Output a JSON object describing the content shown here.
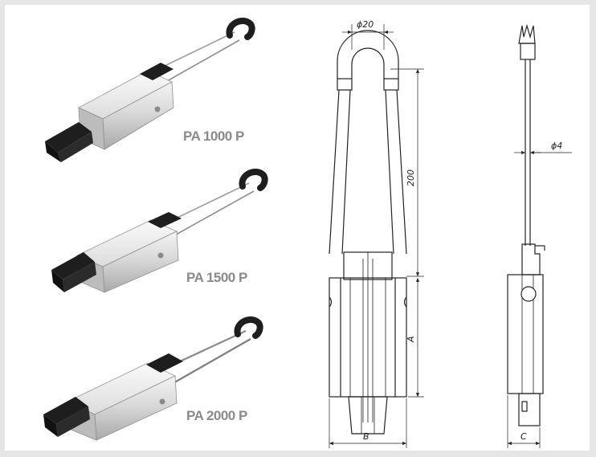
{
  "products": [
    {
      "label": "PA 1000 P"
    },
    {
      "label": "PA 1500 P"
    },
    {
      "label": "PA 2000 P"
    }
  ],
  "drawing": {
    "front_view": {
      "diameter_top": "ϕ20",
      "height": "200",
      "body_length": "A",
      "width": "B"
    },
    "side_view": {
      "wire_diameter": "ϕ4",
      "thickness": "C"
    }
  },
  "colors": {
    "background": "#ffffff",
    "frame": "#e6e6e6",
    "label": "#8a8a8a",
    "aluminium": "#d6d6d6",
    "plastic": "#1e1e1e"
  }
}
